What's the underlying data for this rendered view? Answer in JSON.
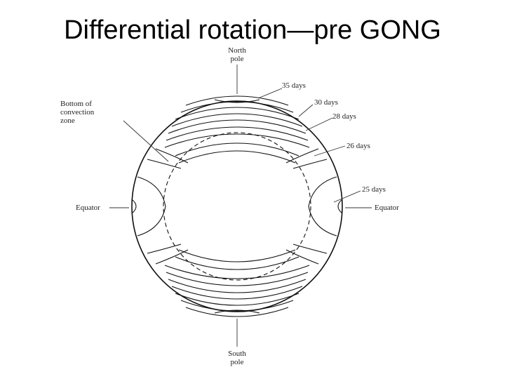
{
  "title": "Differential rotation—pre GONG",
  "labels": {
    "north_pole_1": "North",
    "north_pole_2": "pole",
    "south_pole_1": "South",
    "south_pole_2": "pole",
    "bottom_1": "Bottom of",
    "bottom_2": "convection",
    "bottom_3": "zone",
    "equator_left": "Equator",
    "equator_right": "Equator",
    "days_35": "35 days",
    "days_30": "30 days",
    "days_28": "28 days",
    "days_26": "26 days",
    "days_25": "25 days"
  }
}
